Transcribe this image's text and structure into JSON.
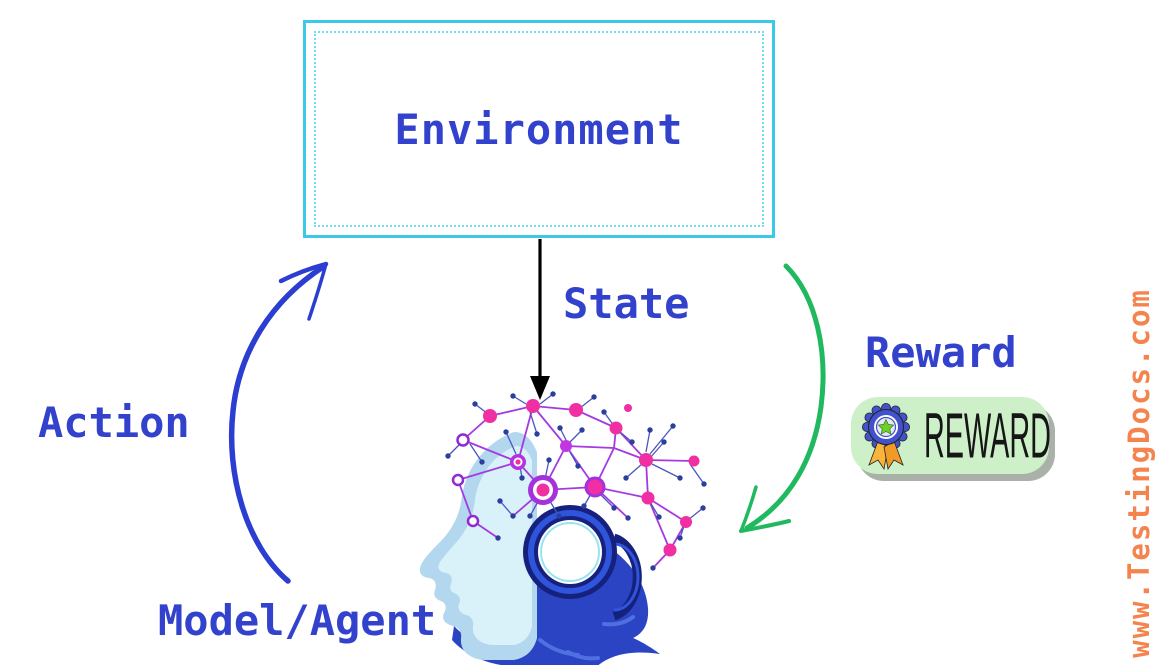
{
  "diagram": {
    "environment": {
      "label": "Environment"
    },
    "state": {
      "label": "State"
    },
    "reward": {
      "label": "Reward"
    },
    "action": {
      "label": "Action"
    },
    "agent": {
      "label": "Model/Agent"
    },
    "reward_badge": {
      "text": "REWARD"
    },
    "watermark": {
      "text": "www.TestingDocs.com"
    },
    "icons": {
      "reward_medal": "medal-rosette-icon",
      "agent_illustration": "ai-robot-head-with-neural-network-icon"
    },
    "colors": {
      "label_text": "#3342cd",
      "box_border_solid": "#3cc9e8",
      "box_border_dotted": "#74dcef",
      "arrow_state": "#000000",
      "arrow_action": "#2c3ed1",
      "arrow_reward": "#20b95f",
      "badge_background": "#cdf0c9",
      "badge_shadow": "#a9b1a8",
      "badge_text": "#161616",
      "medal_blue": "#4152cc",
      "medal_star_green": "#6fd02c",
      "medal_ribbon_orange": "#f9b43c",
      "watermark_orange": "#f5834e",
      "head_dark_blue": "#2b44c4",
      "face_light_blue": "#b2d7ee",
      "network_magenta": "#f02fa2",
      "network_purple": "#a431dc"
    }
  }
}
